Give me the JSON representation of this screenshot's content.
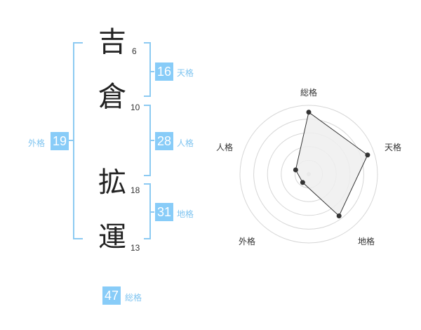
{
  "name": {
    "chars": [
      {
        "char": "吉",
        "strokes": "6"
      },
      {
        "char": "倉",
        "strokes": "10"
      },
      {
        "char": "拡",
        "strokes": "18"
      },
      {
        "char": "運",
        "strokes": "13"
      }
    ]
  },
  "fortunes": {
    "tenkaku": {
      "value": "16",
      "label": "天格"
    },
    "jinkaku": {
      "value": "28",
      "label": "人格"
    },
    "chikaku": {
      "value": "31",
      "label": "地格"
    },
    "gaikaku": {
      "value": "19",
      "label": "外格"
    },
    "soukaku": {
      "value": "47",
      "label": "総格"
    }
  },
  "colors": {
    "accent": "#88ccf8",
    "bracket": "#8ccaf2",
    "radar_fill": "#efefef",
    "radar_line": "#333333"
  },
  "chart_data": {
    "type": "radar",
    "axes": [
      "総格",
      "天格",
      "地格",
      "外格",
      "人格"
    ],
    "values": [
      0.9,
      0.9,
      0.75,
      0.15,
      0.2
    ],
    "rings": 5,
    "ylim": [
      0,
      1
    ]
  }
}
